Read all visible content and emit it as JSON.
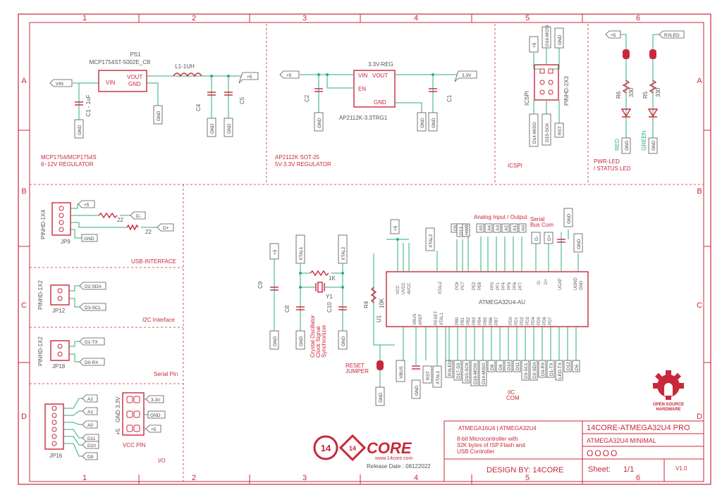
{
  "frame": {
    "columns": [
      "1",
      "2",
      "3",
      "4",
      "5",
      "6"
    ],
    "rows": [
      "A",
      "B",
      "C",
      "D"
    ]
  },
  "sections": {
    "mcp_title": "MCP1754/MCP1754S",
    "mcp_sub": "6~12V REGULATOR",
    "ap_title": "AP2112K SOT-25",
    "ap_sub": "5V-3.3V REGULATOR",
    "icspi": "ICSPI",
    "led_title": "PWR-LED",
    "led_sub": "/ STATUS LED",
    "usb": "USB-INTERFACE",
    "i2c": "I2C Interface",
    "serial": "Serial Pin",
    "io": "I/O",
    "vcc_pin": "VCC PIN",
    "crystal": [
      "Crystal Oscillator",
      "Clock Signal",
      "Synchronizer"
    ],
    "analog": "Analog Input / Output",
    "serial_bus": [
      "Serial",
      "Bus Com"
    ],
    "iic": [
      "IIC",
      "COM"
    ],
    "reset_jumper": [
      "RESET",
      "JUMPER"
    ]
  },
  "parts": {
    "ps1": "PS1",
    "ps1_value": "MCP1754ST-5002E_CB",
    "l1": "L1-1UH",
    "c1_left": "C1 - 1uF",
    "c4": "C4",
    "c5": "C5",
    "reg2_name": "3.3V-REG",
    "reg2_value": "AP2112K-3.3TRG1",
    "c2": "C2",
    "c1": "C1",
    "icspi_conn": "PINHD-2X3",
    "icspi_lbl": "ICSPI",
    "r6": "R6",
    "r5": "R5",
    "r_val": "330",
    "red": "RED",
    "green": "GREEN",
    "jp9": "JP9",
    "pinhd1x4": "PINHD-1X4",
    "r_usb": "22",
    "jp12": "JP12",
    "jp18": "JP18",
    "pinhd1x2": "PINHD-1X2",
    "jp16": "JP16",
    "c9": "C9",
    "c8": "C8",
    "c10": "C10",
    "y1": "Y1",
    "r1k": "1K",
    "r4": "R4",
    "r10k": "10K",
    "u1": "U1",
    "mcu": "ATMEGA32U4-AU"
  },
  "nets": {
    "vin": "VIN",
    "gnd": "GND",
    "p5": "+5",
    "v33": "3.3V",
    "rxled": "RXLED",
    "dm": "D-",
    "dp": "D+",
    "sda": "D2-SDA",
    "scl": "D3-SCL",
    "tx": "D1-TX",
    "rx": "D0-RX",
    "xtal1": "XTAL1",
    "xtal2": "XTAL2",
    "vbus": "VBUS",
    "rst": "RST",
    "io_pins": [
      "A2",
      "A1",
      "A0",
      "D11",
      "D10",
      "D9"
    ],
    "top_pins": [
      "D5",
      "D13",
      "HWB",
      "A5",
      "A4",
      "A3",
      "A2",
      "A1",
      "A0"
    ],
    "bottom_pins": [
      "RXLED",
      "D17-SS",
      "D15-SCK",
      "D16-MOSI",
      "D14-MISO",
      "D8",
      "D9",
      "D10",
      "D11",
      "D3-SCL",
      "D2-SDA",
      "D0-RX",
      "D1-TX",
      "LED-TX",
      "D12",
      "D6"
    ],
    "icspi_nets": [
      "+5",
      "D16-MOSI",
      "GND",
      "D14-MISO",
      "D15-SCK",
      "RST"
    ]
  },
  "title_block": {
    "mcu_line": "ATMEGA16U4 | ATMEGA32U4",
    "desc": [
      "8-bit Microcontroller with",
      "32K bytes of ISP Flash and",
      "USB Controller"
    ],
    "logo": "CORE",
    "logo_url": "www.14core.com",
    "release": "Release Date : 08122022",
    "design_by": "DESIGN BY: 14CORE",
    "project": "14CORE-ATMEGA32U4 PRO",
    "subtitle": "ATMEGA32U4 MINIMAL",
    "circles": "OOOO",
    "sheet_label": "Sheet:",
    "sheet": "1/1",
    "version": "V1.0",
    "osh": [
      "OPEN SOURCE",
      "HARDWARE"
    ]
  }
}
